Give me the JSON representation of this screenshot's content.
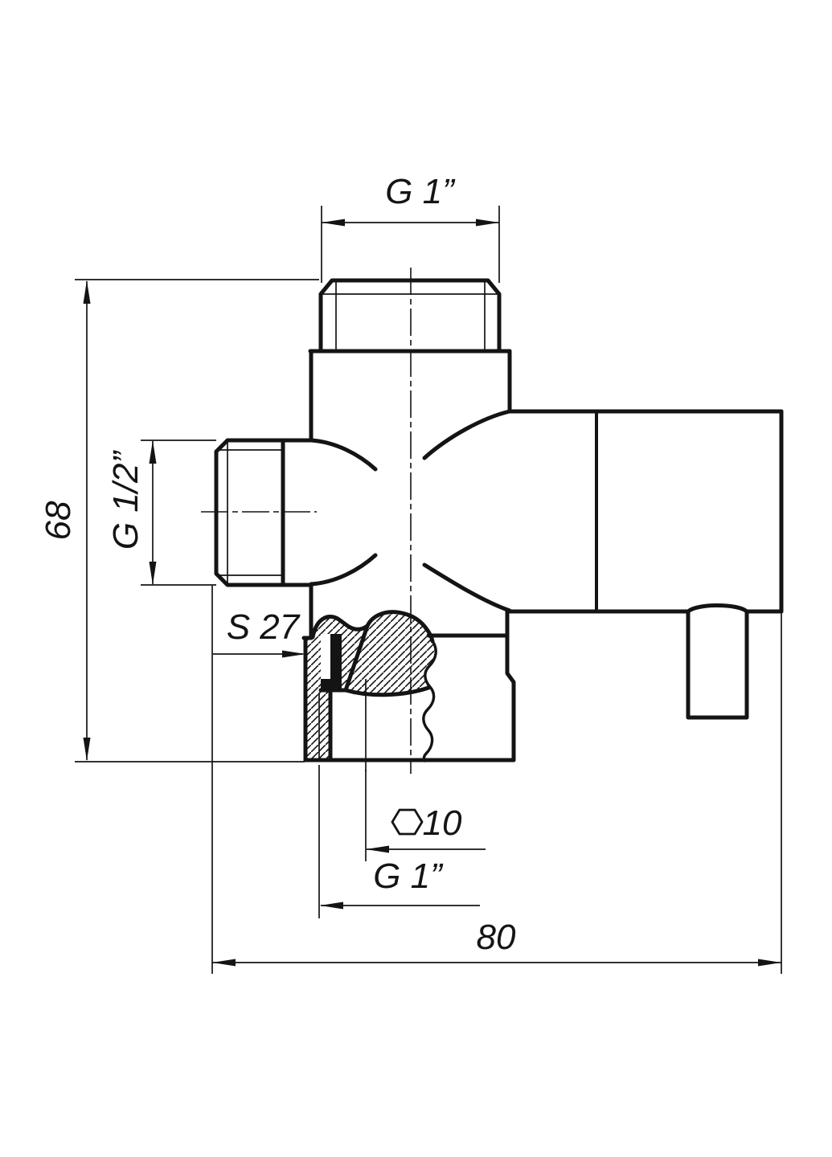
{
  "page": {
    "type": "technical-drawing",
    "background": "#ffffff",
    "line_color": "#141414"
  },
  "dimensions": {
    "top_thread": {
      "label": "G 1”"
    },
    "overall_height": {
      "label": "68"
    },
    "side_thread": {
      "label": "G 1/2”"
    },
    "wrench_flats": {
      "label": "S 27"
    },
    "hex_socket": {
      "label": "10",
      "icon": "hexagon"
    },
    "bottom_thread": {
      "label": "G 1”"
    },
    "overall_width": {
      "label": "80"
    }
  }
}
